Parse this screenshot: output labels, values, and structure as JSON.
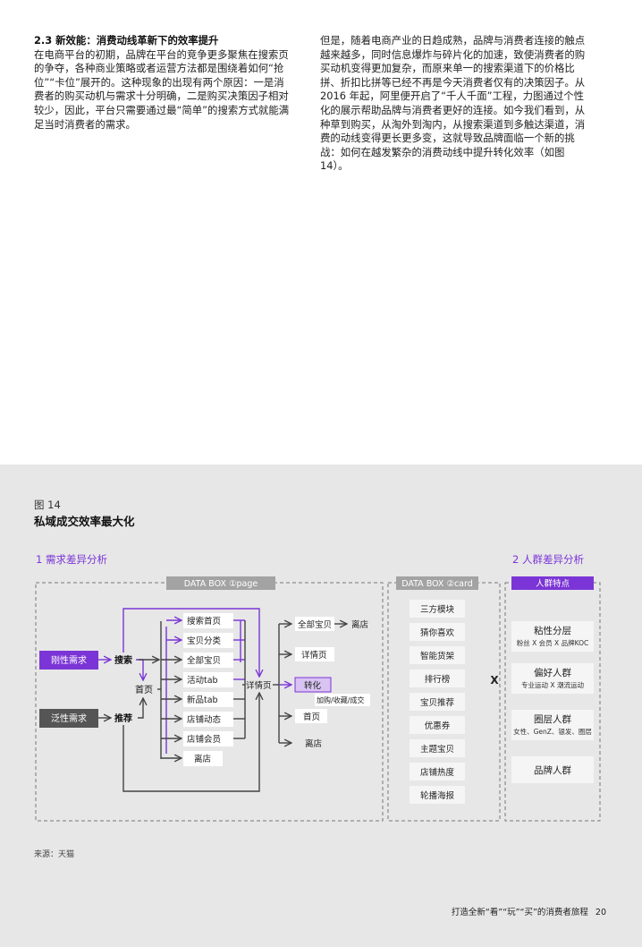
{
  "article": {
    "section_title": "2.3 新效能：消费动线革新下的效率提升",
    "left_paragraph": "在电商平台的初期，品牌在平台的竞争更多聚焦在搜索页的争夺，各种商业策略或者运营方法都是围绕着如何“抢位”“卡位”展开的。这种现象的出现有两个原因：一是消费者的购买动机与需求十分明确，二是购买决策因子相对较少，因此，平台只需要通过最“简单”的搜索方式就能满足当时消费者的需求。",
    "right_paragraph": "但是，随着电商产业的日趋成熟，品牌与消费者连接的触点越来越多，同时信息爆炸与碎片化的加速，致使消费者的购买动机变得更加复杂，而原来单一的搜索渠道下的价格比拼、折扣比拼等已经不再是今天消费者仅有的决策因子。从 2016 年起，阿里便开启了“千人千面”工程，力图通过个性化的展示帮助品牌与消费者更好的连接。如今我们看到，从种草到购买，从淘外到淘内，从搜索渠道到多触达渠道，消费的动线变得更长更多变，这就导致品牌面临一个新的挑战：如何在越发繁杂的消费动线中提升转化效率（如图 14）。"
  },
  "figure": {
    "label": "图 14",
    "title": "私域成交效率最大化",
    "section1": "1 需求差异分析",
    "section2": "2 人群差异分析",
    "box1_label": "DATA BOX ①page",
    "box2_label": "DATA BOX ②card",
    "box3_label": "人群特点",
    "demand_rigid": "刚性需求",
    "demand_loose": "泛性需求",
    "entry_search": "搜索",
    "entry_recommend": "推荐",
    "entry_home": "首页",
    "pages": [
      "搜索首页",
      "宝贝分类",
      "全部宝贝",
      "活动tab",
      "新品tab",
      "店铺动态",
      "店铺会员",
      "离店"
    ],
    "detail_page": "详情页",
    "outcomes": [
      "全部宝贝",
      "详情页",
      "转化",
      "首页",
      "离店"
    ],
    "outcome_leave": "离店",
    "conversion_note": "加购/收藏/成交",
    "cards": [
      "三方模块",
      "猜你喜欢",
      "智能货架",
      "排行榜",
      "宝贝推荐",
      "优惠券",
      "主题宝贝",
      "店铺热度",
      "轮播海报"
    ],
    "times_symbol": "X",
    "audiences": [
      {
        "name": "粘性分层",
        "sub": "粉丝 X 会员 X 品牌KOC"
      },
      {
        "name": "偏好人群",
        "sub": "专业运动 X 潮流运动"
      },
      {
        "name": "圈层人群",
        "sub": "女性、GenZ、银发、圈层"
      },
      {
        "name": "品牌人群",
        "sub": ""
      }
    ],
    "source": "来源：天猫"
  },
  "footer": {
    "title": "打造全新“看”“玩”“买”的消费者旅程",
    "page_number": "20"
  },
  "colors": {
    "accent": "#7b35d6",
    "dark_node": "#555555",
    "panel_bg": "#e7e7e7"
  }
}
